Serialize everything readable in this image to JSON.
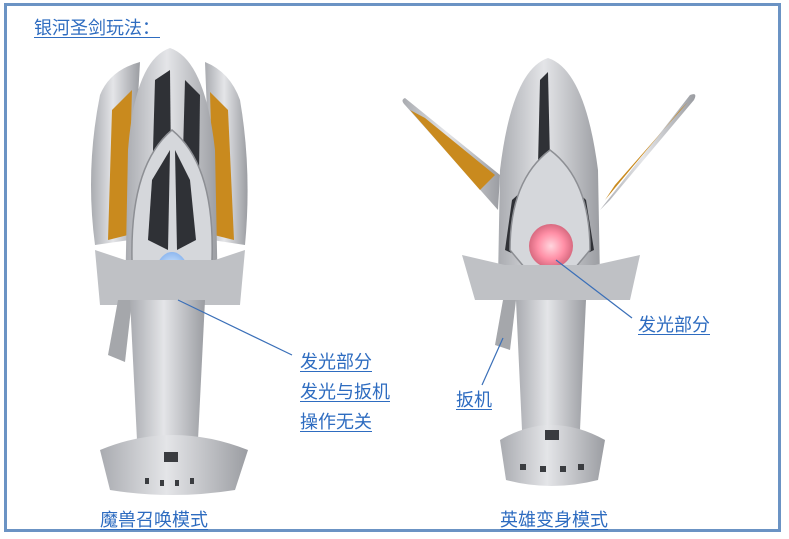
{
  "title": "银河圣剑玩法：",
  "left": {
    "callout_lines": [
      "发光部分",
      "发光与扳机",
      "操作无关"
    ],
    "caption": "魔兽召唤模式"
  },
  "right": {
    "callout_light": "发光部分",
    "callout_trigger": "扳机",
    "caption": "英雄变身模式"
  },
  "colors": {
    "border": "#6b93c4",
    "label": "#2e6cc0",
    "body": "#c9cbcf",
    "dark": "#2f3136",
    "accent": "#c98a1e",
    "glow_left": "#d9ecff",
    "glow_right": "#ff9ab0"
  }
}
